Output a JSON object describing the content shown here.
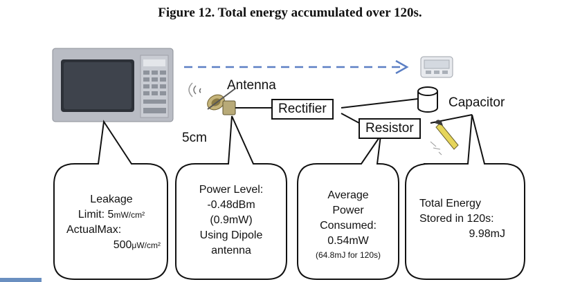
{
  "caption": "Figure 12.  Total energy accumulated over 120s.",
  "labels": {
    "antenna": "Antenna",
    "rectifier": "Rectifier",
    "capacitor": "Capacitor",
    "resistor": "Resistor",
    "distance": "5cm"
  },
  "callouts": {
    "leakage": {
      "title": "Leakage",
      "limit_prefix": "Limit: 5",
      "limit_unit": "mW/cm²",
      "actual_label": "ActualMax:",
      "actual_value": "500",
      "actual_unit": "μW/cm²"
    },
    "power_level": {
      "line1": "Power Level:",
      "line2": "-0.48dBm",
      "line3": "(0.9mW)",
      "line4": "Using Dipole",
      "line5": "antenna"
    },
    "average_power": {
      "line1": "Average",
      "line2": "Power",
      "line3": "Consumed:",
      "line4": "0.54mW",
      "line5": "(64.8mJ for 120s)"
    },
    "total_energy": {
      "line1": "Total Energy",
      "line2": "Stored in 120s:",
      "line3": "9.98mJ"
    }
  },
  "icons": [
    "microwave-oven-icon",
    "antenna-icon",
    "capacitor-icon",
    "thermometer-icon",
    "timer-display-icon"
  ],
  "colors": {
    "arrow": "#5b7fc4",
    "outline": "#111111",
    "microwave_body": "#b9bcc4",
    "microwave_screen": "#2d3138"
  }
}
